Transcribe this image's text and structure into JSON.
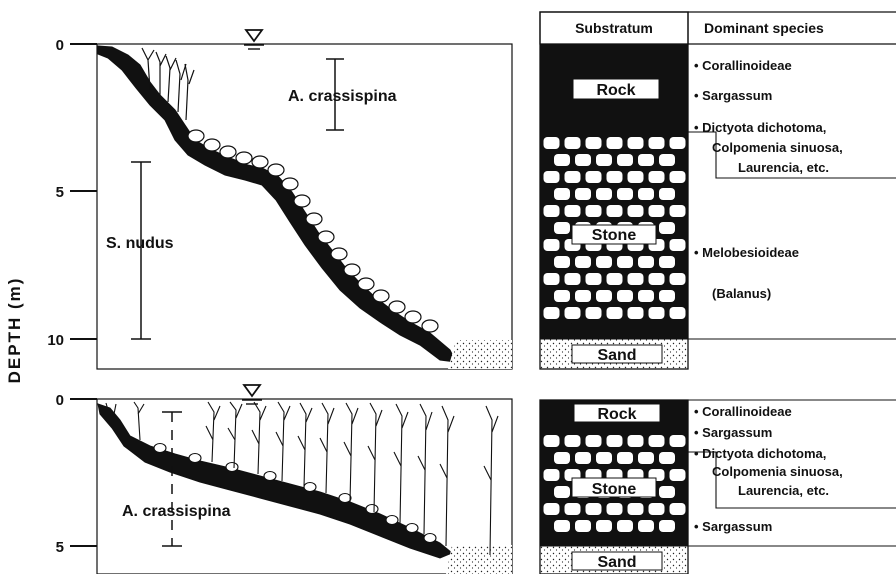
{
  "y_axis": {
    "label": "DEPTH (m)",
    "top_panel_ticks": [
      "0",
      "5",
      "10"
    ],
    "bottom_panel_ticks": [
      "0",
      "5"
    ]
  },
  "table_headers": {
    "substratum": "Substratum",
    "dominant_species": "Dominant species"
  },
  "top_panel": {
    "profile": {
      "ranges": [
        {
          "name": "A. crassispina",
          "from_m": 0.5,
          "to_m": 3.0
        },
        {
          "name": "S. nudus",
          "from_m": 4.0,
          "to_m": 10.0
        }
      ]
    },
    "column": {
      "layers": [
        {
          "label": "Rock",
          "from_m": 0,
          "to_m": 3.0
        },
        {
          "label": "Stone",
          "from_m": 3.0,
          "to_m": 10.0
        },
        {
          "label": "Sand",
          "from_m": 10.0,
          "to_m": 11.0
        }
      ],
      "species": [
        "• Corallinoideae",
        "• Sargassum",
        "• Dictyota dichotoma,",
        "Colpomenia sinuosa,",
        "Laurencia, etc.",
        "• Melobesioideae",
        "(Balanus)"
      ]
    }
  },
  "bottom_panel": {
    "profile": {
      "ranges": [
        {
          "name": "A. crassispina",
          "from_m": 0.5,
          "to_m": 5.0
        }
      ]
    },
    "column": {
      "layers": [
        {
          "label": "Rock",
          "from_m": 0,
          "to_m": 1.0
        },
        {
          "label": "Stone",
          "from_m": 1.0,
          "to_m": 5.2
        },
        {
          "label": "Sand",
          "from_m": 5.2,
          "to_m": 6.0
        }
      ],
      "species": [
        "• Corallinoideae",
        "• Sargassum",
        "• Dictyota dichotoma,",
        "Colpomenia sinuosa,",
        "Laurencia, etc.",
        "• Sargassum"
      ]
    }
  }
}
